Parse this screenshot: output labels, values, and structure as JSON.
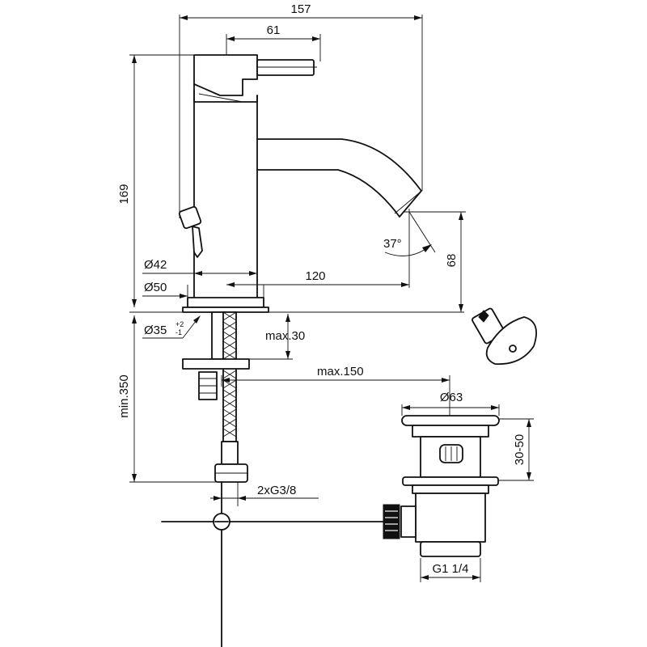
{
  "dimensions": {
    "total_width": "157",
    "lever_offset": "61",
    "total_height": "169",
    "spout_height": "68",
    "spout_angle": "37°",
    "body_diameter": "Ø42",
    "base_diameter": "Ø50",
    "spout_reach": "120",
    "hole_diameter": "Ø35",
    "hole_tol_upper": "+2",
    "hole_tol_lower": "-1",
    "max_thickness": "max.30",
    "below_deck": "min.350",
    "rod_length": "max.150",
    "connection": "2xG3/8",
    "waste_flange": "Ø63",
    "waste_height": "30-50",
    "waste_thread": "G1 1/4"
  }
}
